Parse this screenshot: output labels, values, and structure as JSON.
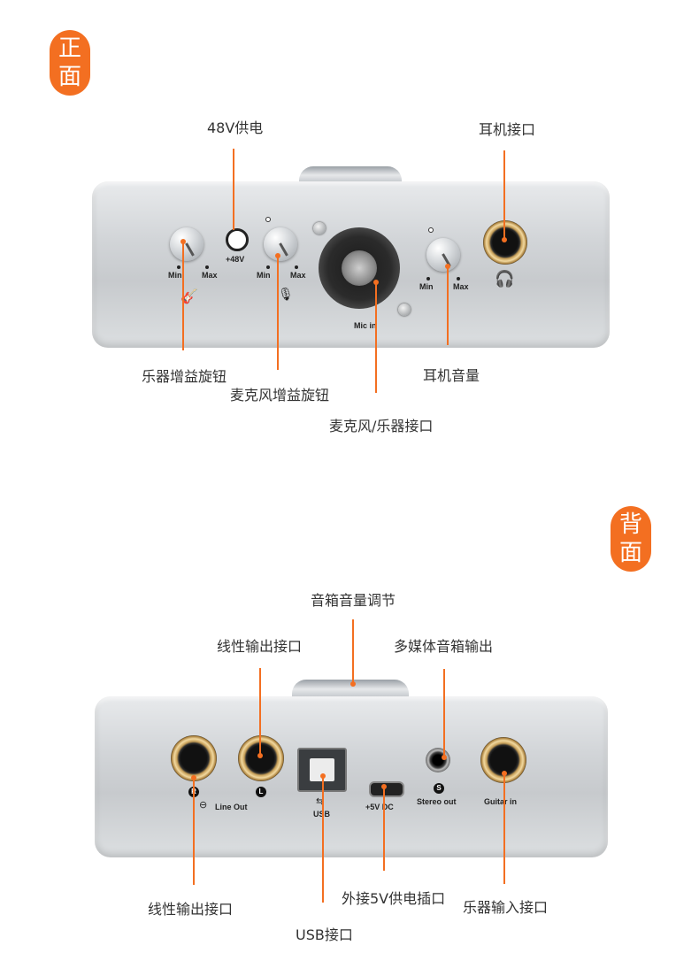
{
  "front": {
    "badge": [
      "正",
      "面"
    ],
    "callouts": {
      "phantom": "48V供电",
      "headphone_jack": "耳机接口",
      "instrument_gain": "乐器增益旋钮",
      "headphone_volume": "耳机音量",
      "mic_gain": "麦克风增益旋钮",
      "mic_instrument_jack": "麦克风/乐器接口"
    },
    "panel": {
      "min": "Min",
      "max": "Max",
      "phantom_label": "+48V",
      "mic_in": "Mic in"
    }
  },
  "back": {
    "badge": [
      "背",
      "面"
    ],
    "callouts": {
      "speaker_volume": "音箱音量调节",
      "line_out": "线性输出接口",
      "multimedia_out": "多媒体音箱输出",
      "line_out_bottom": "线性输出接口",
      "dc_power": "外接5V供电插口",
      "guitar_in": "乐器输入接口",
      "usb": "USB接口"
    },
    "panel": {
      "r": "R",
      "l": "L",
      "line_out": "Line Out",
      "usb": "USB",
      "dc": "+5V DC",
      "s": "S",
      "stereo_out": "Stereo out",
      "guitar_in": "Guitar in"
    }
  },
  "colors": {
    "accent": "#f36f21"
  }
}
